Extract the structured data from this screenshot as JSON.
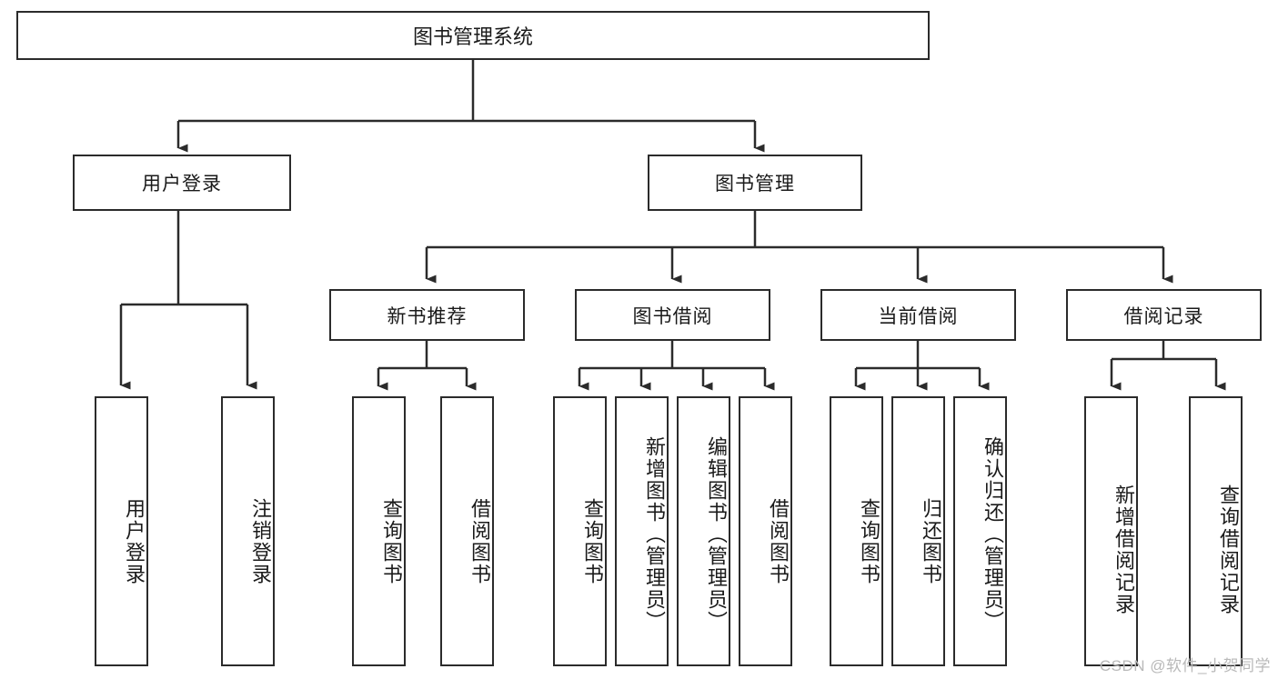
{
  "diagram": {
    "type": "tree",
    "title": "图书管理系统",
    "root": {
      "label": "图书管理系统"
    },
    "level2": [
      {
        "label": "用户登录"
      },
      {
        "label": "图书管理"
      }
    ],
    "level3": [
      {
        "label": "新书推荐"
      },
      {
        "label": "图书借阅"
      },
      {
        "label": "当前借阅"
      },
      {
        "label": "借阅记录"
      }
    ],
    "leaves": {
      "user_login": [
        {
          "label": "用户登录"
        },
        {
          "label": "注销登录"
        }
      ],
      "new_book_recommend": [
        {
          "label": "查询图书"
        },
        {
          "label": "借阅图书"
        }
      ],
      "book_borrow": [
        {
          "label": "查询图书"
        },
        {
          "label": "新增图书（管理员）"
        },
        {
          "label": "编辑图书（管理员）"
        },
        {
          "label": "借阅图书"
        }
      ],
      "current_borrow": [
        {
          "label": "查询图书"
        },
        {
          "label": "归还图书"
        },
        {
          "label": "确认归还（管理员）"
        }
      ],
      "borrow_record": [
        {
          "label": "新增借阅记录"
        },
        {
          "label": "查询借阅记录"
        }
      ]
    }
  },
  "colors": {
    "stroke": "#2b2b2b",
    "fill": "#ffffff",
    "text": "#1a1a1a",
    "watermark": "#b9b9b9"
  },
  "watermark": {
    "text": "CSDN @软件_小贺同学"
  }
}
